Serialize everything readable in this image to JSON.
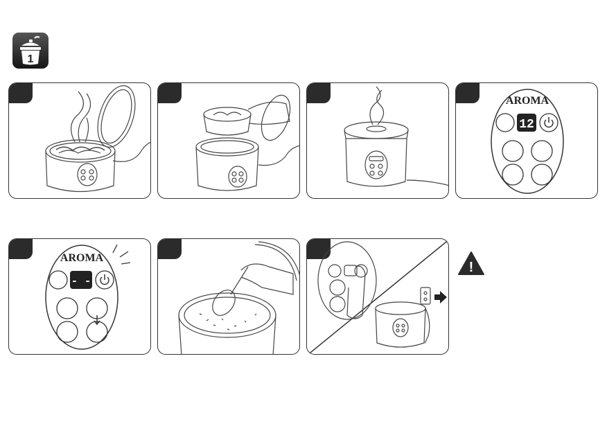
{
  "header": {
    "step_number": "1",
    "icon": "pot-step-icon"
  },
  "panels": [
    {
      "row": 1,
      "col": 1,
      "scene": "open-cooker-with-steam"
    },
    {
      "row": 1,
      "col": 2,
      "scene": "inserting-steam-tray"
    },
    {
      "row": 1,
      "col": 3,
      "scene": "closed-cooker-steaming"
    },
    {
      "row": 1,
      "col": 4,
      "scene": "control-panel-closeup",
      "brand": "AROMA",
      "display": "12"
    },
    {
      "row": 2,
      "col": 1,
      "scene": "control-panel-closeup",
      "brand": "AROMA",
      "display": "- -"
    },
    {
      "row": 2,
      "col": 2,
      "scene": "stirring-rice"
    },
    {
      "row": 2,
      "col": 3,
      "scene": "pressing-power-unplug"
    }
  ],
  "warning": {
    "icon": "warning-icon",
    "glyph": "!"
  },
  "colors": {
    "stroke": "#333333",
    "tab": "#2b2b2b",
    "display": "#222222",
    "background": "#ffffff"
  }
}
